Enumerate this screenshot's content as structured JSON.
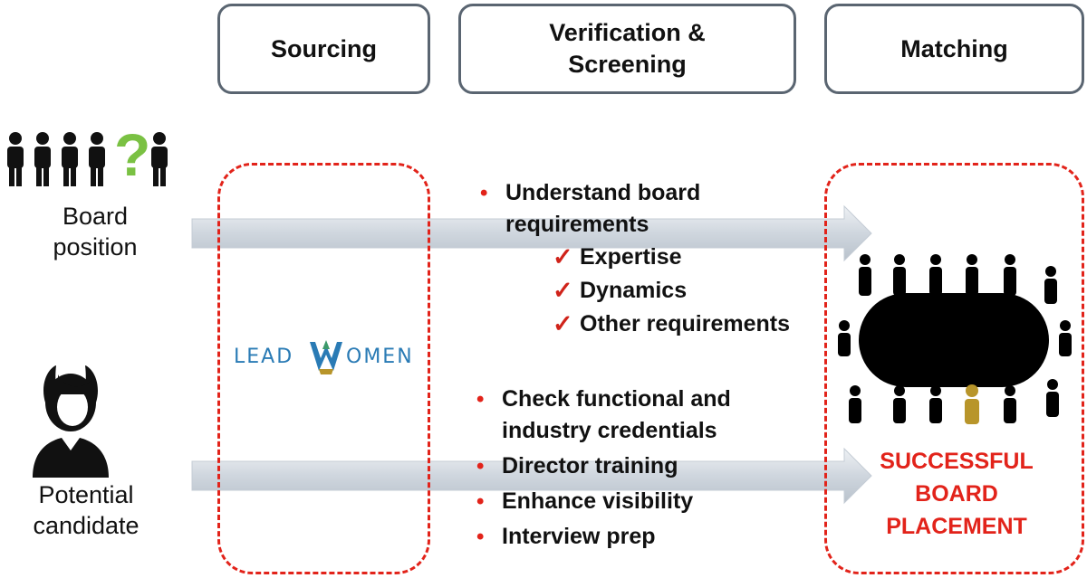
{
  "headers": {
    "sourcing": "Sourcing",
    "verification_line1": "Verification &",
    "verification_line2": "Screening",
    "matching": "Matching"
  },
  "left_labels": {
    "board_line1": "Board",
    "board_line2": "position",
    "candidate_line1": "Potential",
    "candidate_line2": "candidate",
    "question_mark": "?"
  },
  "logo": {
    "text_left": "LEAD",
    "text_right": "OMEN"
  },
  "upper_list": {
    "item": "Understand board requirements",
    "checks": [
      "Expertise",
      "Dynamics",
      "Other requirements"
    ]
  },
  "lower_list": {
    "items": [
      "Check functional and industry credentials",
      "Director training",
      "Enhance visibility",
      "Interview prep"
    ]
  },
  "result": {
    "line1": "SUCCESSFUL",
    "line2": "BOARD",
    "line3": "PLACEMENT"
  },
  "colors": {
    "accent_red": "#e2231a",
    "box_border": "#5a6571",
    "question_green": "#7ac143",
    "highlight_person": "#b8952a",
    "logo_blue": "#2a7bb5",
    "arrow_fill": "#d3d9e0"
  },
  "icons": {
    "people_row": "person-silhouette-icon",
    "candidate": "woman-silhouette-icon",
    "board_table": "boardroom-table-icon"
  }
}
